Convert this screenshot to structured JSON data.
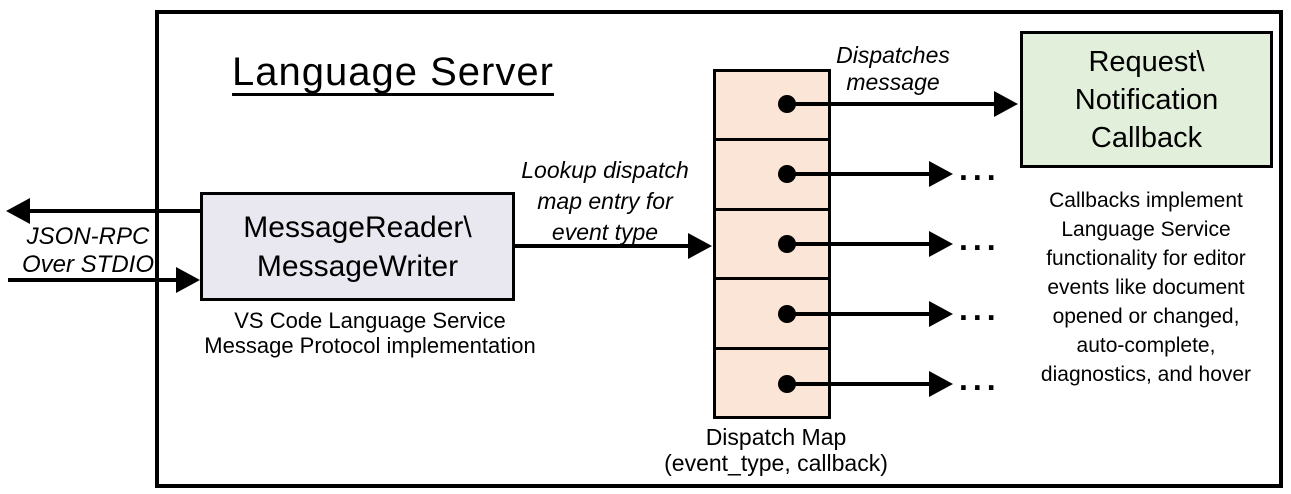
{
  "title": "Language Server",
  "io": {
    "label_lines": [
      "JSON-RPC",
      "Over STDIO"
    ]
  },
  "message_box": {
    "lines": [
      "MessageReader\\",
      "MessageWriter"
    ],
    "caption_lines": [
      "VS Code Language Service",
      "Message Protocol implementation"
    ]
  },
  "lookup_label": {
    "lines": [
      "Lookup dispatch",
      "map entry for",
      "event type"
    ]
  },
  "dispatch_map": {
    "cell_count": 5,
    "caption_lines": [
      "Dispatch Map",
      "(event_type, callback)"
    ]
  },
  "dispatches_label": {
    "lines": [
      "Dispatches",
      "message"
    ]
  },
  "callback_box": {
    "lines": [
      "Request\\",
      "Notification",
      "Callback"
    ]
  },
  "callbacks_note": {
    "lines": [
      "Callbacks implement",
      "Language Service",
      "functionality for editor",
      "events like document",
      "opened or changed,",
      "auto-complete,",
      "diagnostics, and hover"
    ]
  },
  "ellipsis": "...",
  "colors": {
    "message_box_fill": "#e9e7f0",
    "dispatch_map_fill": "#fbe5d6",
    "callback_box_fill": "#e2efda",
    "line": "#000000"
  }
}
